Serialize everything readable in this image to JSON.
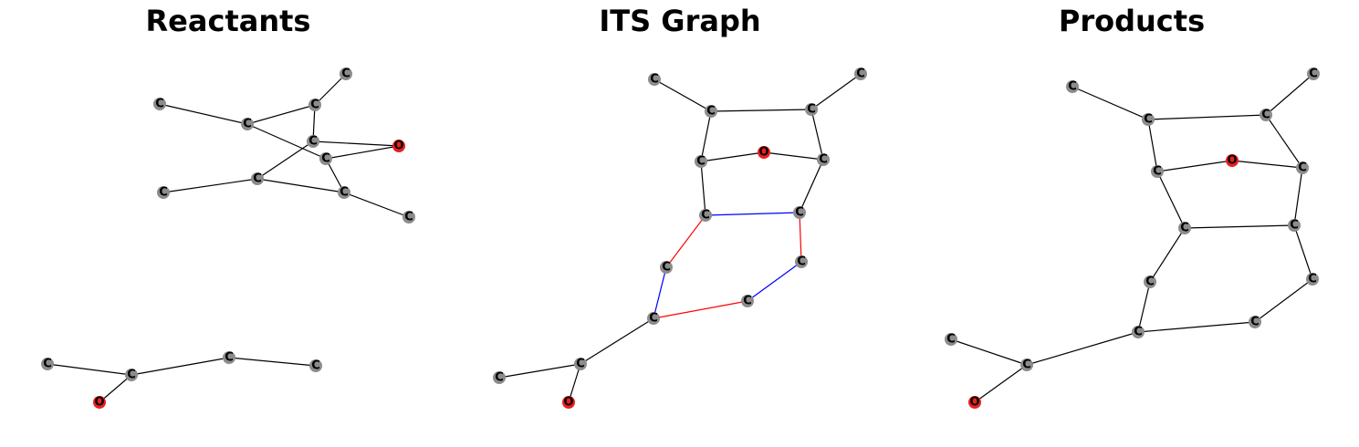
{
  "titles": {
    "reactants": "Reactants",
    "its": "ITS Graph",
    "products": "Products"
  },
  "colors": {
    "carbon": "#8c8c8c",
    "oxygen": "#e8201e",
    "bond": "#000000",
    "bond_formed": "#ff0000",
    "bond_broken": "#0000ff"
  },
  "panels": [
    {
      "id": "reactants",
      "nodes": [
        {
          "id": "r1",
          "label": "C"
        },
        {
          "id": "r2",
          "label": "C"
        },
        {
          "id": "r3",
          "label": "C"
        },
        {
          "id": "r4",
          "label": "C"
        },
        {
          "id": "r5",
          "label": "C"
        },
        {
          "id": "r6",
          "label": "O"
        },
        {
          "id": "r7",
          "label": "C"
        },
        {
          "id": "r8",
          "label": "C"
        },
        {
          "id": "r9",
          "label": "C"
        },
        {
          "id": "r10",
          "label": "C"
        },
        {
          "id": "r11",
          "label": "C"
        },
        {
          "id": "r12",
          "label": "C"
        },
        {
          "id": "r13",
          "label": "C"
        },
        {
          "id": "r14",
          "label": "C"
        },
        {
          "id": "r15",
          "label": "C"
        },
        {
          "id": "r16",
          "label": "O"
        }
      ],
      "edges": [
        {
          "s": "r1",
          "t": "r4",
          "type": "normal"
        },
        {
          "s": "r4",
          "t": "r3",
          "type": "normal"
        },
        {
          "s": "r3",
          "t": "r2",
          "type": "normal"
        },
        {
          "s": "r3",
          "t": "r5",
          "type": "normal"
        },
        {
          "s": "r4",
          "t": "r7",
          "type": "normal"
        },
        {
          "s": "r5",
          "t": "r6",
          "type": "normal"
        },
        {
          "s": "r6",
          "t": "r7",
          "type": "normal"
        },
        {
          "s": "r5",
          "t": "r9",
          "type": "normal"
        },
        {
          "s": "r7",
          "t": "r10",
          "type": "normal"
        },
        {
          "s": "r9",
          "t": "r10",
          "type": "normal"
        },
        {
          "s": "r8",
          "t": "r9",
          "type": "normal"
        },
        {
          "s": "r10",
          "t": "r11",
          "type": "normal"
        },
        {
          "s": "r12",
          "t": "r13",
          "type": "normal"
        },
        {
          "s": "r13",
          "t": "r14",
          "type": "normal"
        },
        {
          "s": "r14",
          "t": "r15",
          "type": "normal"
        },
        {
          "s": "r13",
          "t": "r16",
          "type": "normal"
        }
      ]
    },
    {
      "id": "its",
      "nodes": [
        {
          "id": "i1",
          "label": "C"
        },
        {
          "id": "i2",
          "label": "C"
        },
        {
          "id": "i3",
          "label": "C"
        },
        {
          "id": "i4",
          "label": "C"
        },
        {
          "id": "i5",
          "label": "C"
        },
        {
          "id": "i6",
          "label": "O"
        },
        {
          "id": "i7",
          "label": "C"
        },
        {
          "id": "i8",
          "label": "C"
        },
        {
          "id": "i9",
          "label": "C"
        },
        {
          "id": "i10",
          "label": "C"
        },
        {
          "id": "i11",
          "label": "C"
        },
        {
          "id": "i12",
          "label": "C"
        },
        {
          "id": "i13",
          "label": "C"
        },
        {
          "id": "i14",
          "label": "C"
        },
        {
          "id": "i15",
          "label": "C"
        },
        {
          "id": "i16",
          "label": "O"
        }
      ],
      "edges": [
        {
          "s": "i1",
          "t": "i3",
          "type": "normal"
        },
        {
          "s": "i3",
          "t": "i4",
          "type": "normal"
        },
        {
          "s": "i4",
          "t": "i2",
          "type": "normal"
        },
        {
          "s": "i3",
          "t": "i5",
          "type": "normal"
        },
        {
          "s": "i5",
          "t": "i6",
          "type": "normal"
        },
        {
          "s": "i6",
          "t": "i7",
          "type": "normal"
        },
        {
          "s": "i4",
          "t": "i7",
          "type": "normal"
        },
        {
          "s": "i5",
          "t": "i8",
          "type": "normal"
        },
        {
          "s": "i7",
          "t": "i9",
          "type": "normal"
        },
        {
          "s": "i8",
          "t": "i9",
          "type": "broken"
        },
        {
          "s": "i8",
          "t": "i10",
          "type": "formed"
        },
        {
          "s": "i9",
          "t": "i11",
          "type": "formed"
        },
        {
          "s": "i11",
          "t": "i12",
          "type": "broken"
        },
        {
          "s": "i10",
          "t": "i13",
          "type": "broken"
        },
        {
          "s": "i13",
          "t": "i12",
          "type": "formed"
        },
        {
          "s": "i13",
          "t": "i14",
          "type": "normal"
        },
        {
          "s": "i14",
          "t": "i15",
          "type": "normal"
        },
        {
          "s": "i14",
          "t": "i16",
          "type": "normal"
        }
      ]
    },
    {
      "id": "products",
      "nodes": [
        {
          "id": "p1",
          "label": "C"
        },
        {
          "id": "p2",
          "label": "C"
        },
        {
          "id": "p3",
          "label": "C"
        },
        {
          "id": "p4",
          "label": "C"
        },
        {
          "id": "p5",
          "label": "C"
        },
        {
          "id": "p6",
          "label": "O"
        },
        {
          "id": "p7",
          "label": "C"
        },
        {
          "id": "p8",
          "label": "C"
        },
        {
          "id": "p9",
          "label": "C"
        },
        {
          "id": "p10",
          "label": "C"
        },
        {
          "id": "p11",
          "label": "C"
        },
        {
          "id": "p12",
          "label": "C"
        },
        {
          "id": "p13",
          "label": "C"
        },
        {
          "id": "p14",
          "label": "C"
        },
        {
          "id": "p15",
          "label": "C"
        },
        {
          "id": "p16",
          "label": "O"
        }
      ],
      "edges": [
        {
          "s": "p1",
          "t": "p3",
          "type": "normal"
        },
        {
          "s": "p3",
          "t": "p4",
          "type": "normal"
        },
        {
          "s": "p4",
          "t": "p2",
          "type": "normal"
        },
        {
          "s": "p3",
          "t": "p5",
          "type": "normal"
        },
        {
          "s": "p5",
          "t": "p6",
          "type": "normal"
        },
        {
          "s": "p6",
          "t": "p7",
          "type": "normal"
        },
        {
          "s": "p4",
          "t": "p7",
          "type": "normal"
        },
        {
          "s": "p5",
          "t": "p8",
          "type": "normal"
        },
        {
          "s": "p7",
          "t": "p9",
          "type": "normal"
        },
        {
          "s": "p8",
          "t": "p9",
          "type": "normal"
        },
        {
          "s": "p8",
          "t": "p10",
          "type": "normal"
        },
        {
          "s": "p9",
          "t": "p11",
          "type": "normal"
        },
        {
          "s": "p10",
          "t": "p13",
          "type": "normal"
        },
        {
          "s": "p11",
          "t": "p12",
          "type": "normal"
        },
        {
          "s": "p12",
          "t": "p13",
          "type": "normal"
        },
        {
          "s": "p13",
          "t": "p14",
          "type": "normal"
        },
        {
          "s": "p14",
          "t": "p15",
          "type": "normal"
        },
        {
          "s": "p14",
          "t": "p16",
          "type": "normal"
        }
      ]
    }
  ]
}
